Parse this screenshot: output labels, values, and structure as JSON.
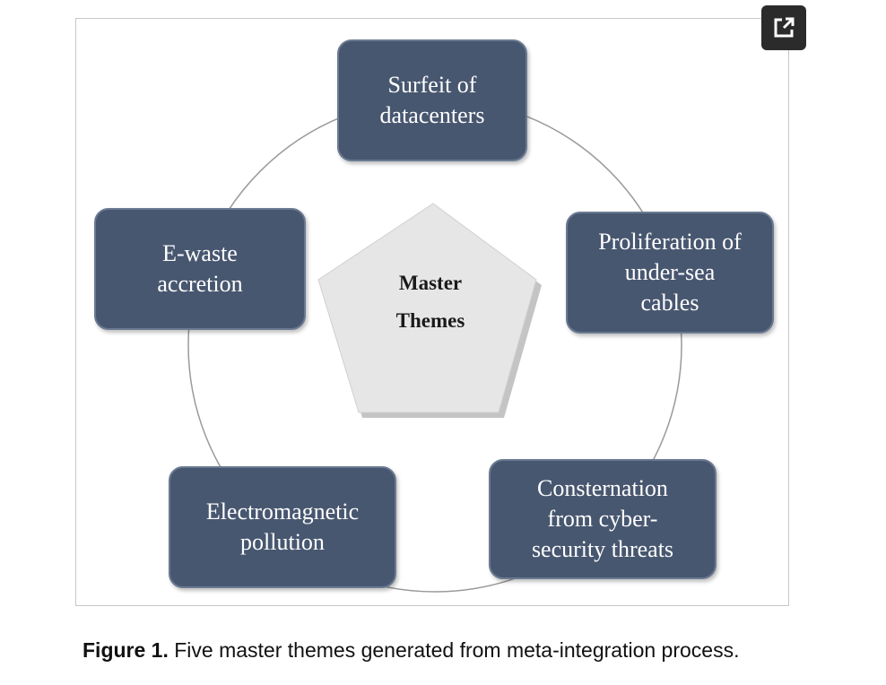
{
  "diagram": {
    "center_label": "Master\nThemes",
    "themes": [
      {
        "label": "Surfeit of\ndatacenters"
      },
      {
        "label": "Proliferation of\nunder-sea\ncables"
      },
      {
        "label": "Consternation\nfrom cyber-\nsecurity threats"
      },
      {
        "label": "Electromagnetic\npollution"
      },
      {
        "label": "E-waste\naccretion"
      }
    ],
    "colors": {
      "box_fill": "#485770",
      "box_text": "#ffffff",
      "pentagon_fill": "#e6e6e6",
      "circle_stroke": "#9a9a9a"
    }
  },
  "caption": {
    "label": "Figure 1.",
    "text": " Five master themes generated from meta-integration process."
  },
  "toolbar": {
    "expand_icon": "external-link-icon"
  }
}
